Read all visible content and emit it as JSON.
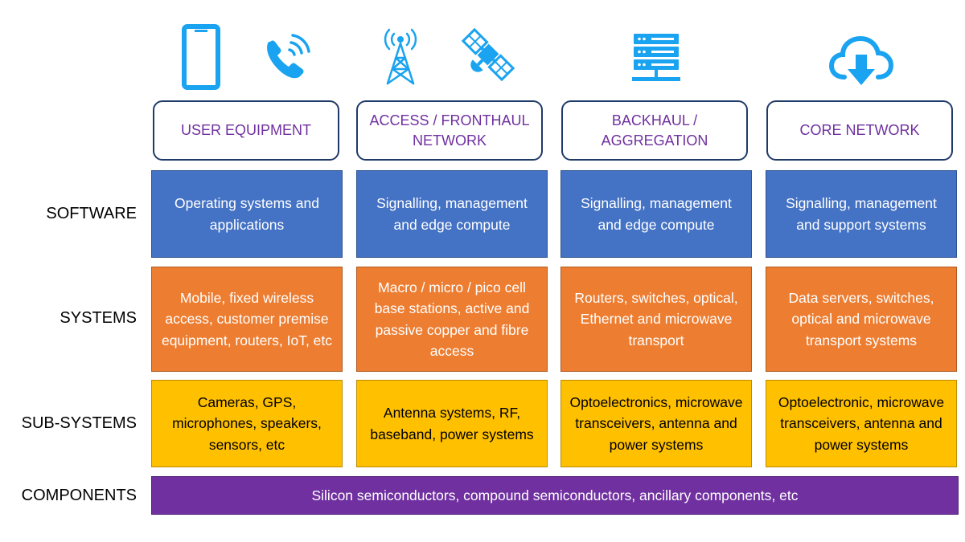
{
  "colors": {
    "icon_blue": "#1aa3f0",
    "header_border": "#1f3a68",
    "header_text": "#7030a0",
    "software": "#4472c4",
    "systems": "#ed7d31",
    "subsystems": "#ffc000",
    "components": "#7030a0"
  },
  "icons": [
    "smartphone-icon",
    "phone-call-icon",
    "radio-tower-icon",
    "satellite-icon",
    "server-rack-icon",
    "cloud-download-icon"
  ],
  "columns": [
    {
      "header": "USER EQUIPMENT",
      "software": "Operating systems and applications",
      "systems": "Mobile, fixed wireless access, customer premise equipment, routers, IoT, etc",
      "subsystems": "Cameras, GPS, microphones, speakers, sensors, etc"
    },
    {
      "header": "ACCESS / FRONTHAUL NETWORK",
      "software": "Signalling, management and edge compute",
      "systems": "Macro / micro / pico cell base stations, active and passive copper and fibre access",
      "subsystems": "Antenna systems, RF, baseband, power systems"
    },
    {
      "header": "BACKHAUL / AGGREGATION",
      "software": "Signalling, management and edge compute",
      "systems": "Routers, switches, optical, Ethernet and microwave transport",
      "subsystems": "Optoelectronics, microwave transceivers, antenna and power systems"
    },
    {
      "header": "CORE NETWORK",
      "software": "Signalling, management and support systems",
      "systems": "Data servers, switches, optical and microwave transport systems",
      "subsystems": "Optoelectronic, microwave transceivers, antenna and power systems"
    }
  ],
  "rows": {
    "software": "SOFTWARE",
    "systems": "SYSTEMS",
    "subsystems": "SUB-SYSTEMS",
    "components": "COMPONENTS"
  },
  "components_text": "Silicon semiconductors, compound semiconductors, ancillary components, etc"
}
